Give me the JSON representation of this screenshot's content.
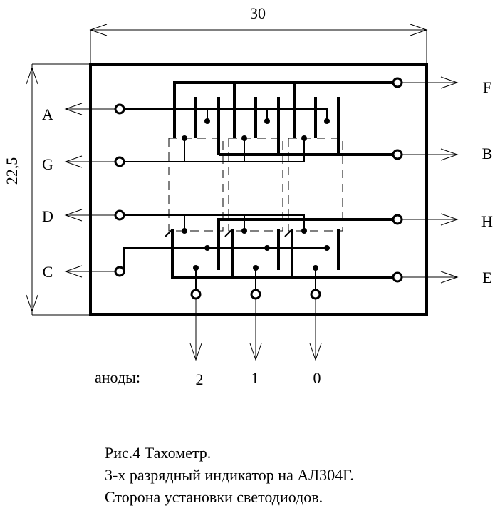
{
  "dimensions": {
    "width": "30",
    "height": "22,5"
  },
  "left_terminals": [
    "A",
    "G",
    "D",
    "C"
  ],
  "right_terminals": [
    "F",
    "B",
    "H",
    "E"
  ],
  "anodes": {
    "label": "аноды:",
    "digits": [
      "2",
      "1",
      "0"
    ]
  },
  "caption": [
    "Рис.4 Тахометр.",
    "3-х разрядный индикатор на АЛ304Г.",
    "Сторона установки светодиодов."
  ]
}
